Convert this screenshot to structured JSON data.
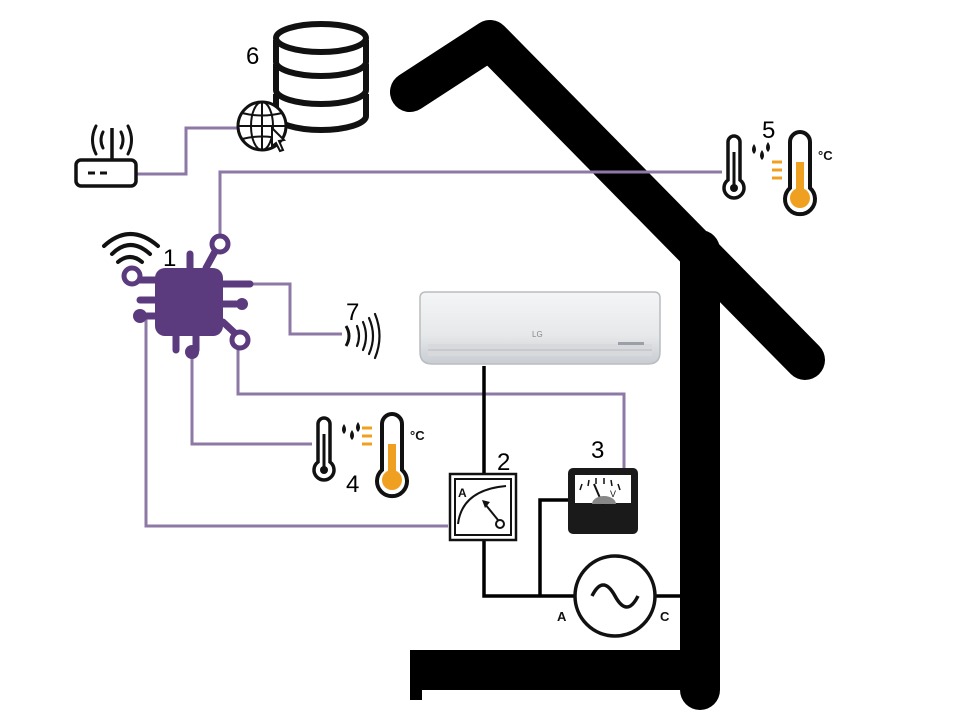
{
  "labels": {
    "controller": "1",
    "ammeter": "2",
    "voltmeter": "3",
    "indoor_sensor": "4",
    "outdoor_sensor": "5",
    "database": "6",
    "ir_emitter": "7"
  },
  "meters": {
    "ammeter_symbol": "A",
    "voltmeter_symbol": "V"
  },
  "sensors": {
    "unit": "°C"
  },
  "ac_unit": {
    "brand": "LG"
  },
  "power_source": {
    "terminal_left": "A",
    "terminal_right": "C"
  },
  "colors": {
    "wire_purple": "#8e78a6",
    "controller_purple": "#5b3a7e",
    "sensor_orange": "#f0a020",
    "house": "#000000"
  }
}
